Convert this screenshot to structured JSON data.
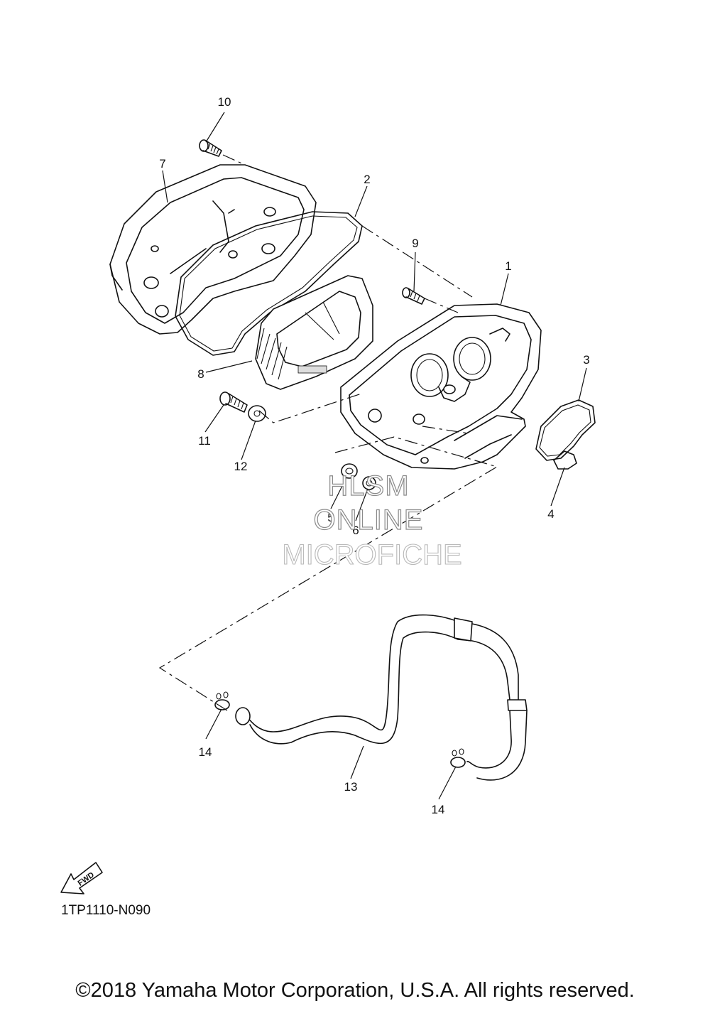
{
  "diagram": {
    "code": "1TP1110-N090",
    "copyright": "©2018 Yamaha Motor Corporation, U.S.A. All rights reserved.",
    "fwd_label": "FWD",
    "watermark": {
      "line1": "HLSM",
      "line2": "ONLINE",
      "line3": "MICROFICHE"
    },
    "callouts": [
      "1",
      "2",
      "3",
      "4",
      "5",
      "6",
      "7",
      "8",
      "9",
      "10",
      "11",
      "12",
      "13",
      "14",
      "14"
    ]
  }
}
